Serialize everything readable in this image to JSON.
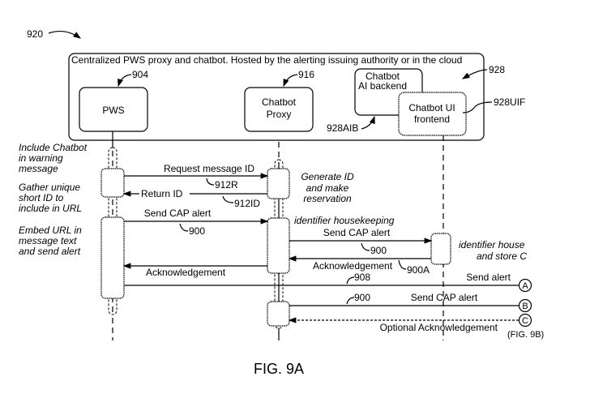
{
  "figure_label": "FIG. 9A",
  "ref_920": "920",
  "container": {
    "title": "Centralized PWS proxy and chatbot. Hosted by the alerting issuing authority or in the cloud",
    "ref": "928"
  },
  "pws": {
    "label": "PWS",
    "ref": "904"
  },
  "proxy": {
    "line1": "Chatbot",
    "line2": "Proxy",
    "ref": "916"
  },
  "ai_backend": {
    "line1": "Chatbot",
    "line2": "AI backend",
    "ref": "928AIB"
  },
  "ui_frontend": {
    "line1": "Chatbot UI",
    "line2": "frontend",
    "ref": "928UIF"
  },
  "notes_left": [
    [
      "Include Chatbot",
      "in warning",
      "message"
    ],
    [
      "Gather unique",
      "short ID to",
      "include in URL"
    ],
    [
      "Embed URL in",
      "message text",
      "and send alert"
    ]
  ],
  "notes_proxy": {
    "generate": [
      "Generate ID",
      "and make",
      "reservation"
    ],
    "housekeeping": "identifier housekeeping"
  },
  "notes_ui": [
    "identifier house",
    "and store C"
  ],
  "messages": {
    "request_id": "Request message ID",
    "ref_912R": "912R",
    "return_id": "Return ID",
    "ref_912ID": "912ID",
    "send_cap_1": "Send CAP alert",
    "ref_900_1": "900",
    "send_cap_2": "Send CAP alert",
    "ref_900_2": "900",
    "ack_ui": "Acknowledgement",
    "ref_900A": "900A",
    "ack_pws": "Acknowledgement",
    "send_alert": "Send alert",
    "ref_908": "908",
    "send_cap_3": "Send CAP alert",
    "ref_900_3": "900",
    "optional_ack": "Optional Acknowledgement"
  },
  "connectors": {
    "a": "A",
    "b": "B",
    "c": "C",
    "continued": "(FIG. 9B)"
  }
}
